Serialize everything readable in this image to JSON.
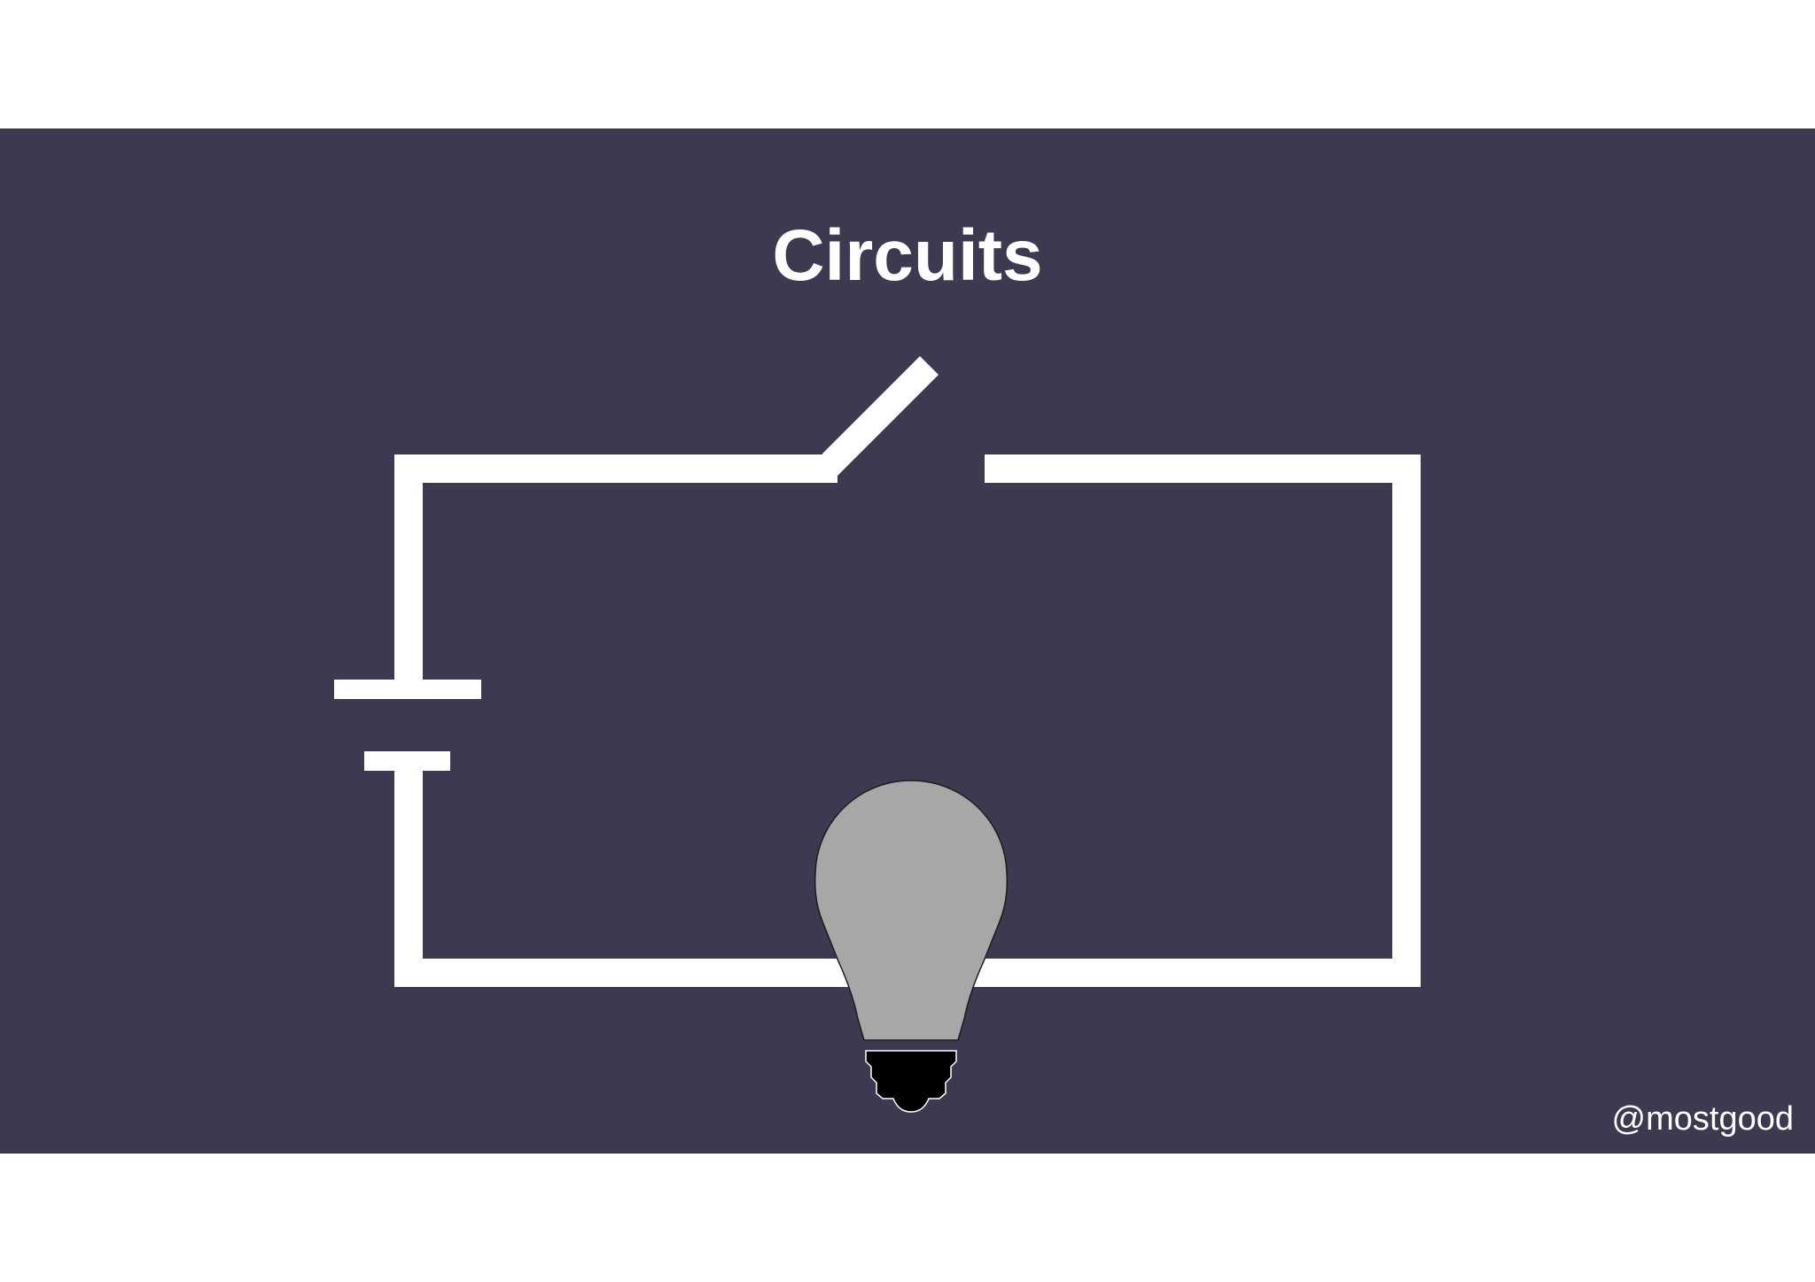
{
  "slide": {
    "title": "Circuits",
    "handle": "@mostgood"
  },
  "colors": {
    "background": "#3b3a50",
    "page": "#ffffff",
    "wire": "#ffffff",
    "bulb_glass": "#a6a7a7",
    "bulb_base": "#000000"
  },
  "diagram": {
    "components": [
      "battery-icon",
      "open-switch-icon",
      "light-bulb-icon"
    ],
    "switch_state": "open",
    "bulb_state": "off"
  }
}
